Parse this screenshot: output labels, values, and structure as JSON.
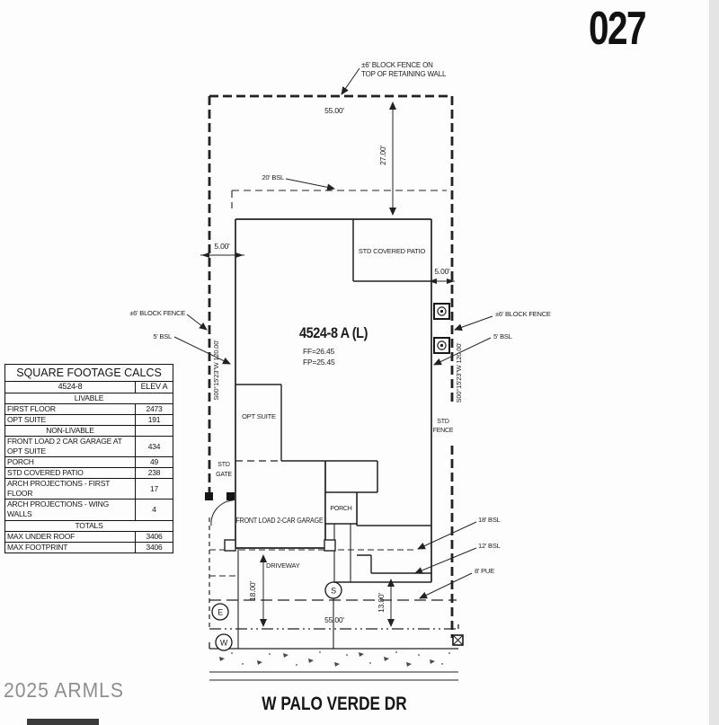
{
  "page": {
    "sheet_number": "027",
    "watermark": "2025 ARMLS",
    "street_name": "W PALO VERDE DR"
  },
  "table": {
    "title": "SQUARE FOOTAGE CALCS",
    "model": "4524-8",
    "elev": "ELEV A",
    "rows": [
      {
        "type": "section",
        "label": "LIVABLE",
        "value": ""
      },
      {
        "type": "row",
        "label": "FIRST FLOOR",
        "value": "2473"
      },
      {
        "type": "row",
        "label": "OPT SUITE",
        "value": "191"
      },
      {
        "type": "section",
        "label": "NON-LIVABLE",
        "value": ""
      },
      {
        "type": "row",
        "label": "FRONT LOAD 2 CAR GARAGE AT OPT SUITE",
        "value": "434"
      },
      {
        "type": "row",
        "label": "PORCH",
        "value": "49"
      },
      {
        "type": "row",
        "label": "STD COVERED PATIO",
        "value": "238"
      },
      {
        "type": "row",
        "label": "ARCH PROJECTIONS - FIRST FLOOR",
        "value": "17"
      },
      {
        "type": "row",
        "label": "ARCH PROJECTIONS - WING WALLS",
        "value": "4"
      },
      {
        "type": "section",
        "label": "TOTALS",
        "value": ""
      },
      {
        "type": "row",
        "label": "MAX UNDER ROOF",
        "value": "3406"
      },
      {
        "type": "row",
        "label": "MAX FOOTPRINT",
        "value": "3406"
      }
    ]
  },
  "plan": {
    "fence_note_1": "±6' BLOCK FENCE ON",
    "fence_note_2": "TOP OF RETAINING WALL",
    "dim_top": "55.00'",
    "dim_depth": "27.00'",
    "bsl_20": "20' BSL",
    "dim_left_5": "5.00'",
    "dim_right_5": "5.00'",
    "fence_left": "±6' BLOCK FENCE",
    "bsl_left": "5' BSL",
    "bearing_left": "S00°15'23\"W 120.00'",
    "fence_right": "±6' BLOCK FENCE",
    "bsl_right": "5' BSL",
    "bearing_right": "S00°15'23\"W 120.00'",
    "model": "4524-8 A (L)",
    "ff": "FF=26.45",
    "fp": "FP=25.45",
    "patio": "STD COVERED PATIO",
    "opt_suite": "OPT SUITE",
    "garage": "FRONT LOAD 2-CAR GARAGE",
    "porch": "PORCH",
    "driveway": "DRIVEWAY",
    "gate_1": "STD",
    "gate_2": "GATE",
    "std_fence_1": "STD",
    "std_fence_2": "FENCE",
    "bsl_18": "18' BSL",
    "bsl_12": "12' BSL",
    "pue_8": "8' PUE",
    "dim_driveway": "18.00'",
    "dim_walk": "13.00'",
    "dim_bottom": "55.00'",
    "utility_s": "S",
    "utility_e": "E",
    "utility_w": "W"
  }
}
